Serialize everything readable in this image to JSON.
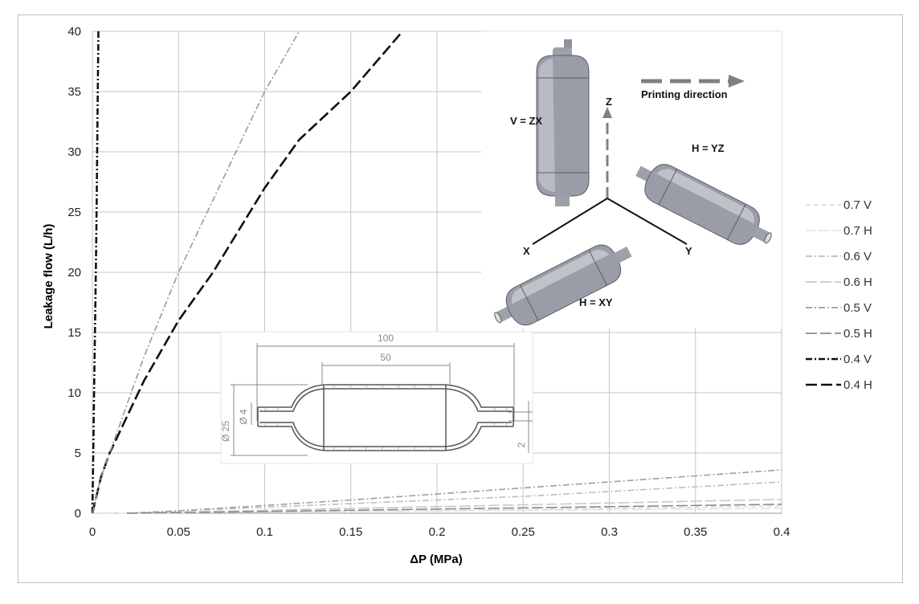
{
  "chart_data": {
    "type": "line",
    "xlabel": "ΔP (MPa)",
    "ylabel": "Leakage flow (L/h)",
    "xlim": [
      0,
      0.4
    ],
    "ylim": [
      0,
      40
    ],
    "x_ticks": [
      "0",
      "0.05",
      "0.1",
      "0.15",
      "0.2",
      "0.25",
      "0.3",
      "0.35",
      "0.4"
    ],
    "y_ticks": [
      "0",
      "5",
      "10",
      "15",
      "20",
      "25",
      "30",
      "35",
      "40"
    ],
    "grid": true,
    "legend_position": "right",
    "series": [
      {
        "name": "0.7 V",
        "color": "#d9d9d9",
        "dash": "6,4",
        "x": [
          0,
          0.05,
          0.1,
          0.15,
          0.2,
          0.25,
          0.3,
          0.35,
          0.4
        ],
        "y": [
          0,
          0.05,
          0.1,
          0.15,
          0.2,
          0.3,
          0.4,
          0.5,
          0.6
        ]
      },
      {
        "name": "0.7 H",
        "color": "#e4e4e4",
        "dash": "12,4",
        "x": [
          0,
          0.05,
          0.1,
          0.15,
          0.2,
          0.25,
          0.3,
          0.35,
          0.4
        ],
        "y": [
          0,
          0.05,
          0.1,
          0.15,
          0.2,
          0.25,
          0.3,
          0.35,
          0.4
        ]
      },
      {
        "name": "0.6 V",
        "color": "#bdbdbd",
        "dash": "8,3,2,3",
        "x": [
          0.02,
          0.05,
          0.1,
          0.15,
          0.2,
          0.25,
          0.3,
          0.35,
          0.4
        ],
        "y": [
          0,
          0.2,
          0.5,
          0.8,
          1.1,
          1.4,
          1.8,
          2.2,
          2.6
        ]
      },
      {
        "name": "0.6 H",
        "color": "#c8c8c8",
        "dash": "14,4",
        "x": [
          0.02,
          0.05,
          0.1,
          0.15,
          0.2,
          0.25,
          0.3,
          0.35,
          0.4
        ],
        "y": [
          0,
          0.1,
          0.25,
          0.4,
          0.55,
          0.7,
          0.85,
          1.0,
          1.15
        ]
      },
      {
        "name": "0.5 V",
        "color": "#9e9e9e",
        "dash": "8,3,2,3",
        "x": [
          0.02,
          0.05,
          0.1,
          0.15,
          0.2,
          0.25,
          0.3,
          0.35,
          0.4
        ],
        "y": [
          0,
          0.2,
          0.65,
          1.1,
          1.6,
          2.1,
          2.6,
          3.1,
          3.6
        ]
      },
      {
        "name": "0.5 H",
        "color": "#8a8a8a",
        "dash": "14,4",
        "x": [
          0.02,
          0.05,
          0.1,
          0.15,
          0.2,
          0.25,
          0.3,
          0.35,
          0.4
        ],
        "y": [
          0,
          0.05,
          0.15,
          0.25,
          0.35,
          0.45,
          0.55,
          0.65,
          0.75
        ]
      },
      {
        "name": "0.4 V",
        "color": "#111111",
        "dash": "8,3,2,3",
        "x": [
          0,
          0.0005,
          0.001,
          0.0015,
          0.002,
          0.0025,
          0.003,
          0.0035
        ],
        "y": [
          0,
          5,
          10,
          15,
          20,
          26,
          33,
          40
        ]
      },
      {
        "name": "0.4 H",
        "color": "#111111",
        "dash": "14,5",
        "x": [
          0,
          0.005,
          0.01,
          0.02,
          0.03,
          0.05,
          0.07,
          0.1,
          0.12,
          0.15,
          0.18
        ],
        "y": [
          0,
          3,
          5,
          8,
          11,
          16,
          20,
          27,
          31,
          35,
          40
        ]
      },
      {
        "name": "",
        "color": "#9a9a9a",
        "dash": "8,3,2,3",
        "x": [
          0,
          0.005,
          0.01,
          0.02,
          0.03,
          0.05,
          0.07,
          0.09,
          0.1,
          0.12
        ],
        "y": [
          0,
          3,
          5,
          9,
          13,
          20,
          26,
          32,
          35,
          40
        ]
      }
    ]
  },
  "inset_3d": {
    "labels": {
      "v": "V = ZX",
      "hyz": "H = YZ",
      "hxy": "H = XY",
      "printing": "Printing direction",
      "z": "Z",
      "x": "X",
      "y": "Y"
    }
  },
  "inset_drawing": {
    "dims": {
      "d100": "100",
      "d50": "50",
      "d25": "Ø 25",
      "d4": "Ø 4",
      "d2": "2"
    }
  }
}
